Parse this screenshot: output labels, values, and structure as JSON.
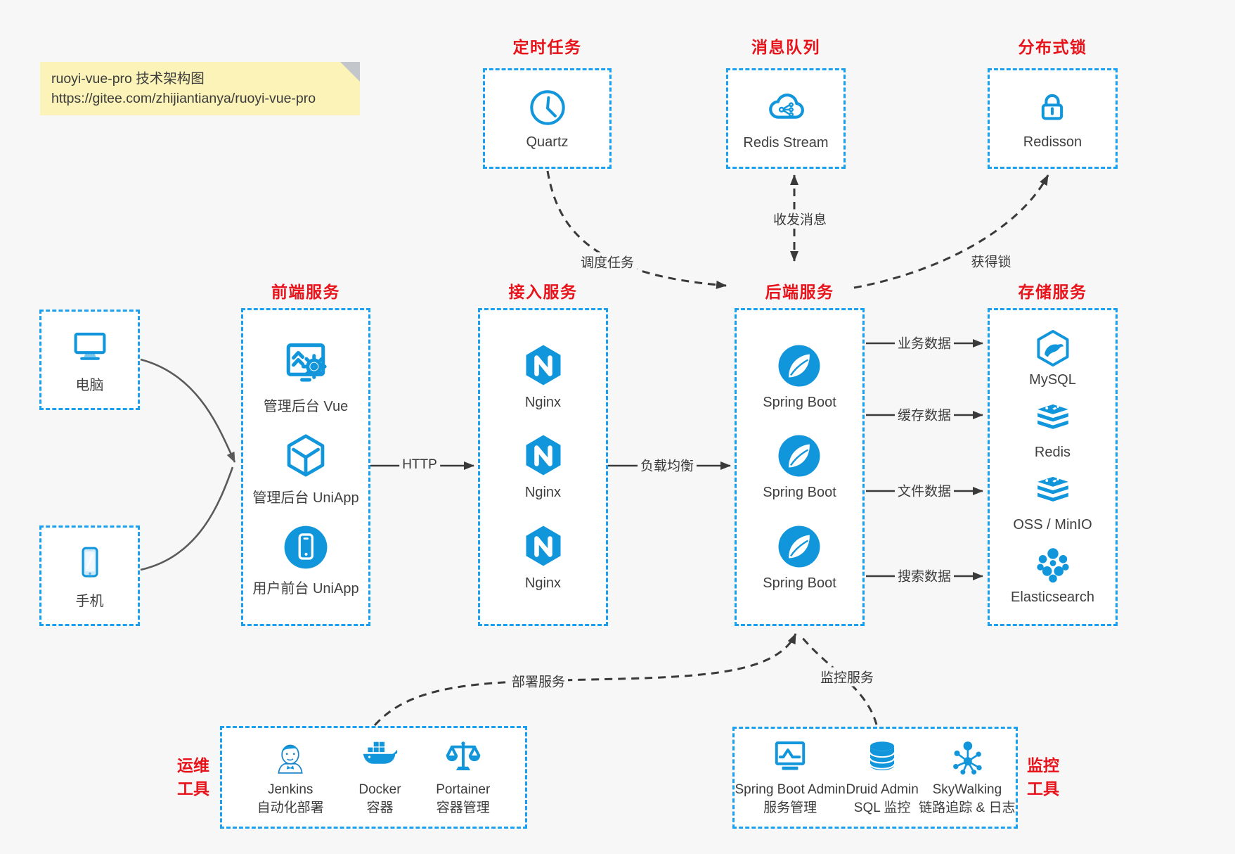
{
  "note": {
    "line1": "ruoyi-vue-pro 技术架构图",
    "line2": "https://gitee.com/zhijiantianya/ruoyi-vue-pro"
  },
  "groups": {
    "scheduler": {
      "title": "定时任务",
      "items": [
        {
          "label": "Quartz",
          "icon": "clock-icon"
        }
      ]
    },
    "mq": {
      "title": "消息队列",
      "items": [
        {
          "label": "Redis Stream",
          "icon": "cloud-stream-icon"
        }
      ]
    },
    "lock": {
      "title": "分布式锁",
      "items": [
        {
          "label": "Redisson",
          "icon": "lock-icon"
        }
      ]
    },
    "clients": {
      "items": [
        {
          "label": "电脑",
          "icon": "desktop-icon"
        },
        {
          "label": "手机",
          "icon": "mobile-icon"
        }
      ]
    },
    "frontend": {
      "title": "前端服务",
      "items": [
        {
          "label": "管理后台 Vue",
          "icon": "admin-screen-gear-icon"
        },
        {
          "label": "管理后台 UniApp",
          "icon": "cube-icon"
        },
        {
          "label": "用户前台 UniApp",
          "icon": "phone-circle-icon"
        }
      ]
    },
    "gateway": {
      "title": "接入服务",
      "items": [
        {
          "label": "Nginx",
          "icon": "nginx-icon"
        },
        {
          "label": "Nginx",
          "icon": "nginx-icon"
        },
        {
          "label": "Nginx",
          "icon": "nginx-icon"
        }
      ]
    },
    "backend": {
      "title": "后端服务",
      "items": [
        {
          "label": "Spring Boot",
          "icon": "spring-leaf-icon"
        },
        {
          "label": "Spring Boot",
          "icon": "spring-leaf-icon"
        },
        {
          "label": "Spring Boot",
          "icon": "spring-leaf-icon"
        }
      ]
    },
    "storage": {
      "title": "存储服务",
      "items": [
        {
          "label": "MySQL",
          "icon": "mysql-dolphin-icon"
        },
        {
          "label": "Redis",
          "icon": "redis-stack-icon"
        },
        {
          "label": "OSS / MinIO",
          "icon": "storage-stack-icon"
        },
        {
          "label": "Elasticsearch",
          "icon": "elasticsearch-cluster-icon"
        }
      ]
    },
    "ops": {
      "title_line1": "运维",
      "title_line2": "工具",
      "items": [
        {
          "name": "Jenkins",
          "desc": "自动化部署",
          "icon": "jenkins-butler-icon"
        },
        {
          "name": "Docker",
          "desc": "容器",
          "icon": "docker-whale-icon"
        },
        {
          "name": "Portainer",
          "desc": "容器管理",
          "icon": "scales-icon"
        }
      ]
    },
    "monitoring": {
      "title_line1": "监控",
      "title_line2": "工具",
      "items": [
        {
          "name": "Spring Boot Admin",
          "desc": "服务管理",
          "icon": "monitor-chart-icon"
        },
        {
          "name": "Druid Admin",
          "desc": "SQL 监控",
          "icon": "database-icon"
        },
        {
          "name": "SkyWalking",
          "desc": "链路追踪 & 日志",
          "icon": "network-nodes-icon"
        }
      ]
    }
  },
  "edges": {
    "schedule": "调度任务",
    "messages": "收发消息",
    "acquire_lock": "获得锁",
    "http": "HTTP",
    "load_balance": "负载均衡",
    "business_data": "业务数据",
    "cache_data": "缓存数据",
    "file_data": "文件数据",
    "search_data": "搜索数据",
    "deploy": "部署服务",
    "monitor": "监控服务"
  },
  "colors": {
    "accent_blue": "#19a0f0",
    "icon_blue": "#1296db",
    "title_red": "#e8121a",
    "note_bg": "#fbf3b8",
    "background": "#f7f7f7",
    "arrow_dark": "#3a3a3a"
  }
}
